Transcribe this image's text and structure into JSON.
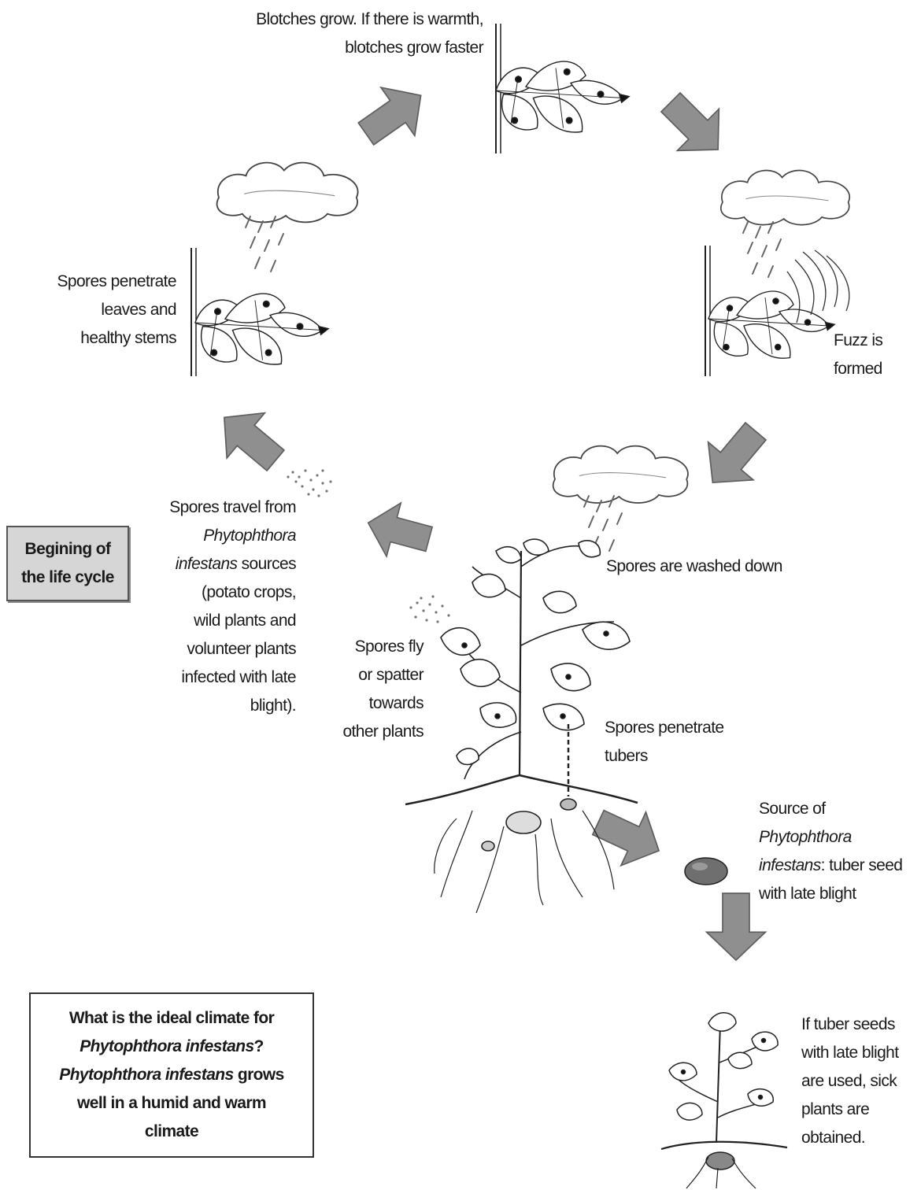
{
  "labels": {
    "blotches": [
      "Blotches grow. If there is warmth,",
      "blotches grow faster"
    ],
    "fuzz": [
      "Fuzz is",
      "formed"
    ],
    "penetrate_leaves": [
      "Spores penetrate",
      "leaves and",
      "healthy stems"
    ],
    "washed_down": "Spores are washed down",
    "travel": {
      "l1": "Spores travel from",
      "l2_italic": "Phytophthora",
      "l3_italic": "infestans",
      "l3_rest": " sources",
      "l4": "(potato crops,",
      "l5": "wild plants and",
      "l6": "volunteer plants",
      "l7": "infected with late",
      "l8": "blight)."
    },
    "fly": [
      "Spores fly",
      "or spatter",
      "towards",
      "other plants"
    ],
    "penetrate_tubers": [
      "Spores penetrate",
      "tubers"
    ],
    "source": {
      "l1": "Source of",
      "l2_italic": "Phytophthora",
      "l3_italic": "infestans",
      "l3_rest": ": tuber seed",
      "l4": "with late blight"
    },
    "sick_plants": [
      "If tuber seeds",
      "with late blight",
      "are used, sick",
      "plants are",
      "obtained."
    ]
  },
  "beginning_box": [
    "Begining of",
    "the life cycle"
  ],
  "climate_box": {
    "l1": "What is the ideal climate for",
    "l2_italic": "Phytophthora infestans",
    "l2_rest": "?",
    "l3_italic": "Phytophthora infestans",
    "l3_rest": " grows",
    "l4": "well in a humid and warm",
    "l5": "climate"
  },
  "colors": {
    "arrow_fill": "#8f8f8f",
    "arrow_edge": "#5e5e5e",
    "ink": "#1a1a1a"
  }
}
